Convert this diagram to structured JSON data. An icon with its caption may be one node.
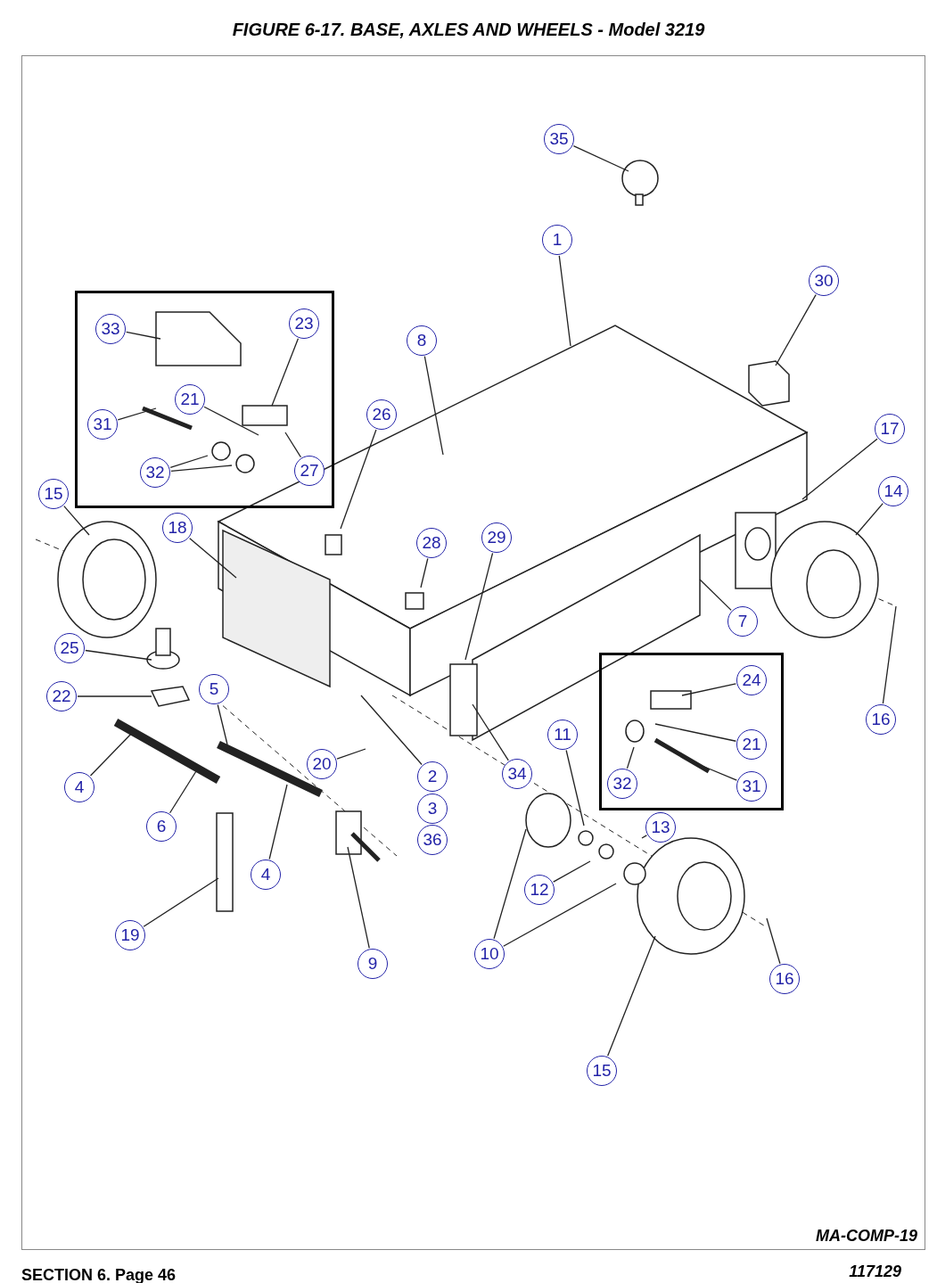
{
  "diagram": {
    "title": "FIGURE 6-17.  BASE, AXLES AND WHEELS - Model 3219",
    "nodes": [
      {
        "text": [
          "35"
        ]
      },
      {
        "text": [
          "1"
        ]
      },
      {
        "text": [
          "30"
        ]
      },
      {
        "text": [],
        "shape": "box"
      },
      {
        "text": [
          "33"
        ],
        "in": 3
      },
      {
        "text": [
          "23"
        ],
        "in": 3
      },
      {
        "text": [
          "8"
        ]
      },
      {
        "text": [
          "21"
        ],
        "in": 3
      },
      {
        "text": [
          "26"
        ]
      },
      {
        "text": [
          "31"
        ],
        "in": 3
      },
      {
        "text": [
          "17"
        ]
      },
      {
        "text": [
          "27"
        ],
        "in": 3
      },
      {
        "text": [
          "32"
        ],
        "in": 3
      },
      {
        "text": [
          "14"
        ]
      },
      {
        "text": [
          "15"
        ]
      },
      {
        "text": [
          "18"
        ]
      },
      {
        "text": [
          "29"
        ]
      },
      {
        "text": [
          "28"
        ]
      },
      {
        "text": [
          "7"
        ]
      },
      {
        "text": [
          "25"
        ]
      },
      {
        "text": [],
        "shape": "box"
      },
      {
        "text": [
          "24"
        ],
        "in": 20
      },
      {
        "text": [
          "5"
        ]
      },
      {
        "text": [
          "22"
        ]
      },
      {
        "text": [
          "16"
        ]
      },
      {
        "text": [
          "11"
        ]
      },
      {
        "text": [
          "21"
        ],
        "in": 20
      },
      {
        "text": [
          "20"
        ]
      },
      {
        "text": [
          "2"
        ]
      },
      {
        "text": [
          "34"
        ]
      },
      {
        "text": [
          "32"
        ],
        "in": 20
      },
      {
        "text": [
          "31"
        ],
        "in": 20
      },
      {
        "text": [
          "4"
        ]
      },
      {
        "text": [
          "3"
        ]
      },
      {
        "text": [
          "13"
        ]
      },
      {
        "text": [
          "6"
        ]
      },
      {
        "text": [
          "36"
        ]
      },
      {
        "text": [
          "4"
        ]
      },
      {
        "text": [
          "12"
        ]
      },
      {
        "text": [
          "19"
        ]
      },
      {
        "text": [
          "9"
        ]
      },
      {
        "text": [
          "10"
        ]
      },
      {
        "text": [
          "16"
        ]
      },
      {
        "text": [
          "15"
        ]
      }
    ],
    "edges": [
      {
        "from": 0,
        "to": null,
        "arrow": "none"
      },
      {
        "from": 1,
        "to": null,
        "arrow": "none"
      },
      {
        "from": 2,
        "to": null,
        "arrow": "none"
      },
      {
        "from": 4,
        "to": null,
        "arrow": "none"
      },
      {
        "from": 5,
        "to": null,
        "arrow": "none"
      },
      {
        "from": 6,
        "to": null,
        "arrow": "none"
      },
      {
        "from": 7,
        "to": null,
        "arrow": "none"
      },
      {
        "from": 8,
        "to": null,
        "arrow": "none"
      },
      {
        "from": 9,
        "to": null,
        "arrow": "none"
      },
      {
        "from": 10,
        "to": null,
        "arrow": "none"
      },
      {
        "from": 11,
        "to": null,
        "arrow": "none"
      },
      {
        "from": 12,
        "to": null,
        "arrow": "none"
      },
      {
        "from": 12,
        "to": null,
        "arrow": "none"
      },
      {
        "from": 13,
        "to": null,
        "arrow": "none"
      },
      {
        "from": 14,
        "to": null,
        "arrow": "none"
      },
      {
        "from": 15,
        "to": null,
        "arrow": "none"
      },
      {
        "from": 16,
        "to": null,
        "arrow": "none"
      },
      {
        "from": 17,
        "to": null,
        "arrow": "none"
      },
      {
        "from": 18,
        "to": null,
        "arrow": "none"
      },
      {
        "from": 19,
        "to": null,
        "arrow": "none"
      },
      {
        "from": 21,
        "to": null,
        "arrow": "none"
      },
      {
        "from": 22,
        "to": null,
        "arrow": "none"
      },
      {
        "from": 23,
        "to": null,
        "arrow": "none"
      },
      {
        "from": 24,
        "to": null,
        "arrow": "none"
      },
      {
        "from": 25,
        "to": null,
        "arrow": "none"
      },
      {
        "from": 26,
        "to": null,
        "arrow": "none"
      },
      {
        "from": 27,
        "to": null,
        "arrow": "none"
      },
      {
        "from": 28,
        "to": null,
        "arrow": "none"
      },
      {
        "from": 29,
        "to": null,
        "arrow": "none"
      },
      {
        "from": 30,
        "to": null,
        "arrow": "none"
      },
      {
        "from": 31,
        "to": null,
        "arrow": "none"
      },
      {
        "from": 32,
        "to": null,
        "arrow": "none"
      },
      {
        "from": 34,
        "to": null,
        "arrow": "none"
      },
      {
        "from": 35,
        "to": null,
        "arrow": "none"
      },
      {
        "from": 37,
        "to": null,
        "arrow": "none"
      },
      {
        "from": 38,
        "to": null,
        "arrow": "none"
      },
      {
        "from": 39,
        "to": null,
        "arrow": "none"
      },
      {
        "from": 40,
        "to": null,
        "arrow": "none"
      },
      {
        "from": 41,
        "to": null,
        "arrow": "none"
      },
      {
        "from": 41,
        "to": null,
        "arrow": "none"
      },
      {
        "from": 42,
        "to": null,
        "arrow": "none"
      },
      {
        "from": 43,
        "to": null,
        "arrow": "none"
      }
    ],
    "labels": [
      "MA-COMP-19",
      "SECTION 6. Page 46",
      "117129"
    ]
  }
}
